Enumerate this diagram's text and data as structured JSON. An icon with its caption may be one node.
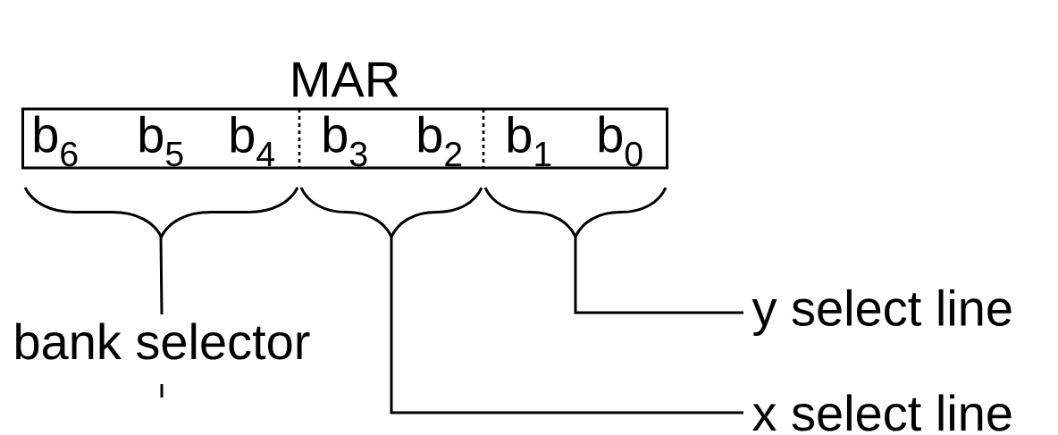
{
  "diagram": {
    "nodes": [
      {
        "text": [
          "MAR"
        ]
      },
      {
        "text": [
          "b$_{6}$",
          "b$_{5}$",
          "b$_{4}$"
        ],
        "in": 0
      },
      {
        "text": [
          "b$_{3}$",
          "b$_{2}$"
        ],
        "in": 0
      },
      {
        "text": [
          "b$_{1}$",
          "b$_{0}$"
        ],
        "in": 0
      },
      {
        "text": [
          "bank selector"
        ]
      },
      {
        "text": [
          "y select line"
        ]
      },
      {
        "text": [
          "x select line"
        ]
      }
    ],
    "edges": [
      {
        "from": 4,
        "to": 1,
        "arrow": "none"
      },
      {
        "from": 5,
        "to": 3,
        "arrow": "none"
      },
      {
        "from": 6,
        "to": 2,
        "arrow": "none"
      }
    ]
  }
}
